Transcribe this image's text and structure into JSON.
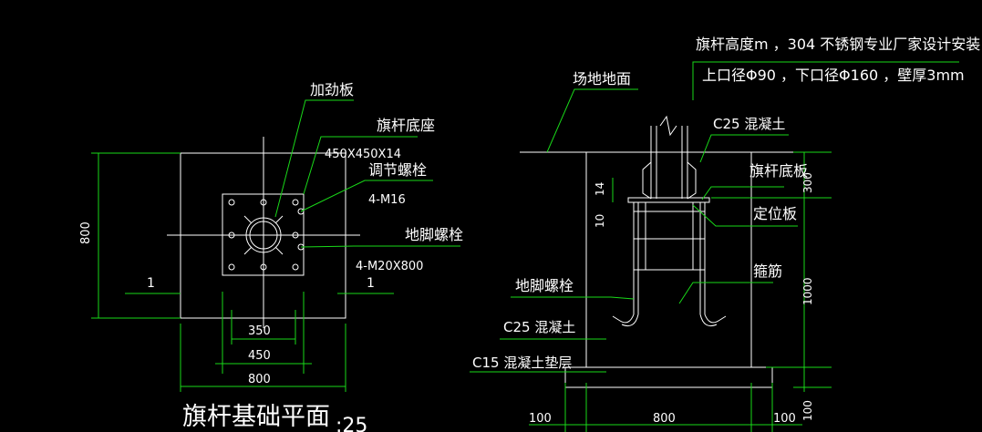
{
  "colors": {
    "background": "#000000",
    "lines": "#ffffff",
    "leaders_dims": "#19d919"
  },
  "plan": {
    "title": "旗杆基础平面",
    "scale": ":25",
    "labels": {
      "stiffener": "加劲板",
      "base_seat": "旗杆底座",
      "base_size": "450X450X14",
      "adjust_bolt": "调节螺栓",
      "adjust_bolt_spec": "4-M16",
      "anchor_bolt": "地脚螺栓",
      "anchor_bolt_spec": "4-M20X800",
      "section_left": "1",
      "section_right": "1"
    },
    "dims": {
      "height": "800",
      "d350": "350",
      "d450": "450",
      "d800": "800"
    }
  },
  "section": {
    "labels": {
      "pole_note1": "旗杆高度m ，304 不锈钢专业厂家设计安装",
      "pole_note2": "上口径Φ90 ，下口径Φ160 ，壁厚3mm",
      "ground": "场地地面",
      "c25_top": "C25  混凝土",
      "base_plate": "旗杆底板",
      "locating_plate": "定位板",
      "anchor_bolt": "地脚螺栓",
      "stirrup": "箍筋",
      "c25_mid": "C25  混凝土",
      "c15": "C15  混凝土垫层"
    },
    "dims": {
      "d10": "10",
      "d14": "14",
      "d300": "300",
      "d1000": "1000",
      "d100_left": "100",
      "d800": "800",
      "d100_right": "100",
      "d100_v": "100"
    }
  }
}
